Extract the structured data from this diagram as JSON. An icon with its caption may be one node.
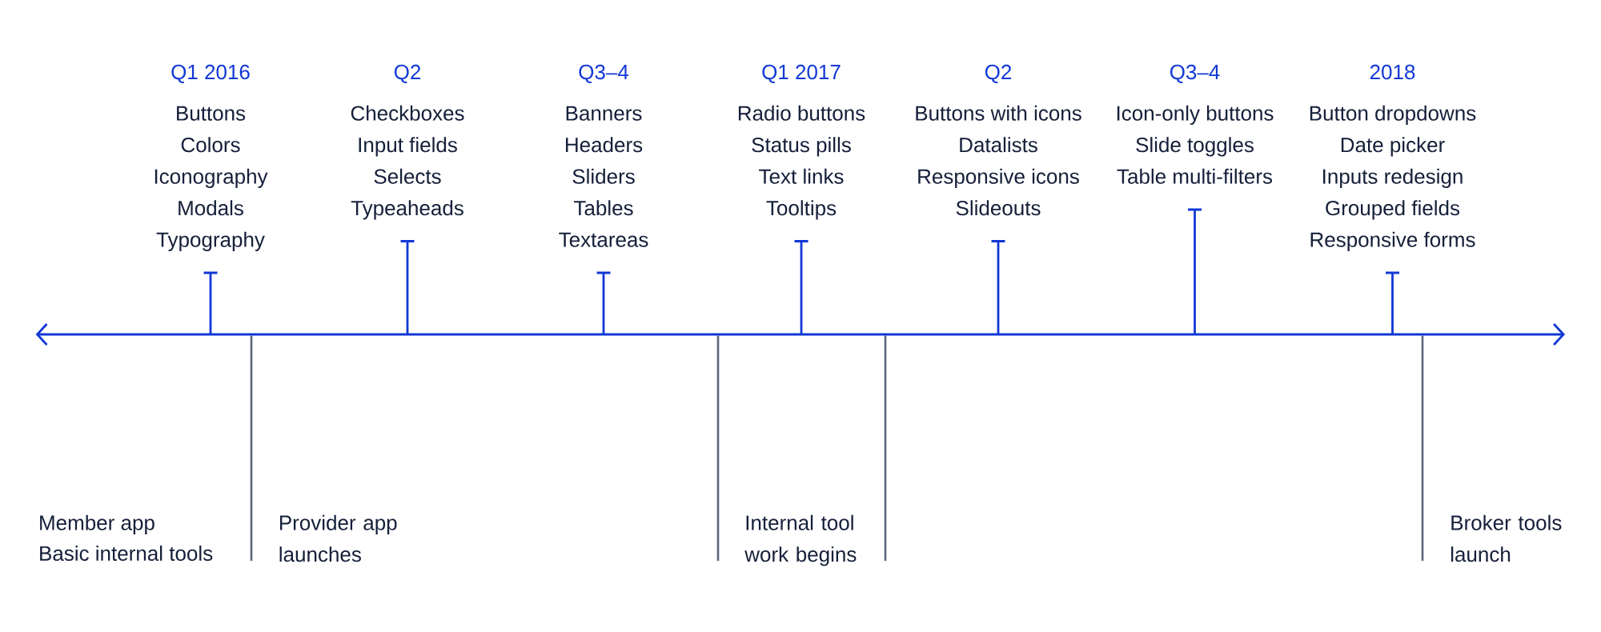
{
  "diagram": {
    "labels": [
      "Q1 2016",
      "Buttons",
      "Colors",
      "Iconography",
      "Modals",
      "Typography",
      "Q2",
      "Checkboxes",
      "Input fields",
      "Selects",
      "Typeaheads",
      "Q3–4",
      "Banners",
      "Headers",
      "Sliders",
      "Tables",
      "Textareas",
      "Q1 2017",
      "Radio buttons",
      "Status pills",
      "Text links",
      "Tooltips",
      "Q2",
      "Buttons with icons",
      "Datalists",
      "Responsive icons",
      "Slideouts",
      "Q3–4",
      "Icon-only buttons",
      "Slide toggles",
      "Table multi-filters",
      "2018",
      "Button dropdowns",
      "Date picker",
      "Inputs redesign",
      "Grouped fields",
      "Responsive forms",
      "Member app",
      "Basic internal tools",
      "Provider app launches",
      "Internal tool work begins",
      "Broker tools launch"
    ]
  }
}
